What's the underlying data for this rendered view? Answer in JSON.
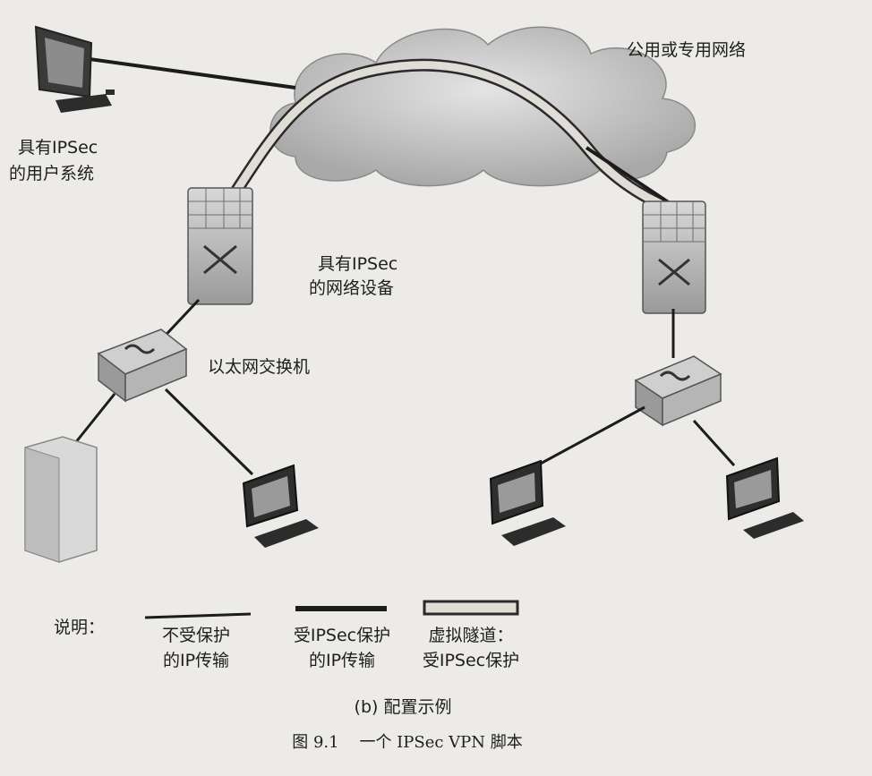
{
  "labels": {
    "network": "公用或专用网络",
    "user_system_line1": "具有IPSec",
    "user_system_line2": "的用户系统",
    "network_device_line1": "具有IPSec",
    "network_device_line2": "的网络设备",
    "ethernet_switch": "以太网交换机"
  },
  "legend": {
    "title": "说明：",
    "unprotected_line1": "不受保护",
    "unprotected_line2": "的IP传输",
    "protected_line1": "受IPSec保护",
    "protected_line2": "的IP传输",
    "tunnel_line1": "虚拟隧道：",
    "tunnel_line2": "受IPSec保护"
  },
  "caption": {
    "subcaption": "(b) 配置示例",
    "figure": "图 9.1    一个 IPSec VPN 脚本"
  },
  "colors": {
    "background": "#ecebe8",
    "line": "#1c1c1c",
    "cloud": "#c9c9c9",
    "tunnel": "#e0ddd6"
  }
}
